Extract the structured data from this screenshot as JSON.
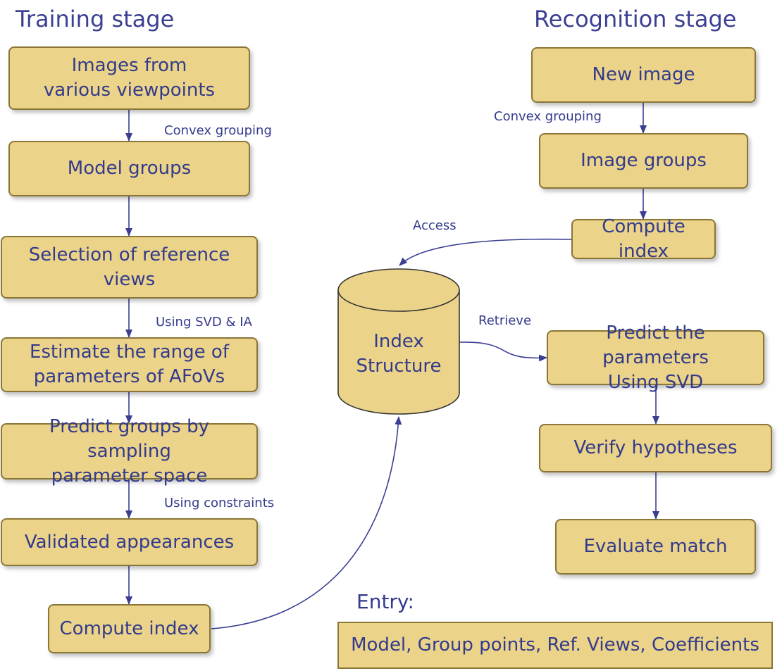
{
  "training": {
    "title": "Training stage",
    "boxes": [
      "Images from\nvarious viewpoints",
      "Model groups",
      "Selection of reference\nviews",
      "Estimate the range of\nparameters of AFoVs",
      "Predict groups by sampling\nparameter space",
      "Validated appearances",
      "Compute index"
    ],
    "labels": {
      "convex_grouping": "Convex grouping",
      "using_svd_ia": "Using SVD & IA",
      "using_constraints": "Using constraints"
    }
  },
  "recognition": {
    "title": "Recognition stage",
    "boxes": [
      "New image",
      "Image groups",
      "Compute index",
      "Predict the parameters\nUsing SVD",
      "Verify hypotheses",
      "Evaluate match"
    ],
    "labels": {
      "convex_grouping": "Convex grouping",
      "access": "Access",
      "retrieve": "Retrieve"
    }
  },
  "index_structure": {
    "label": "Index\nStructure"
  },
  "entry": {
    "title": "Entry:",
    "content": "Model, Group points, Ref. Views, Coefficients"
  },
  "colors": {
    "box_fill": "#ebd489",
    "box_border": "#8a7636",
    "text": "#333a8c",
    "arrow": "#3a3f92"
  }
}
